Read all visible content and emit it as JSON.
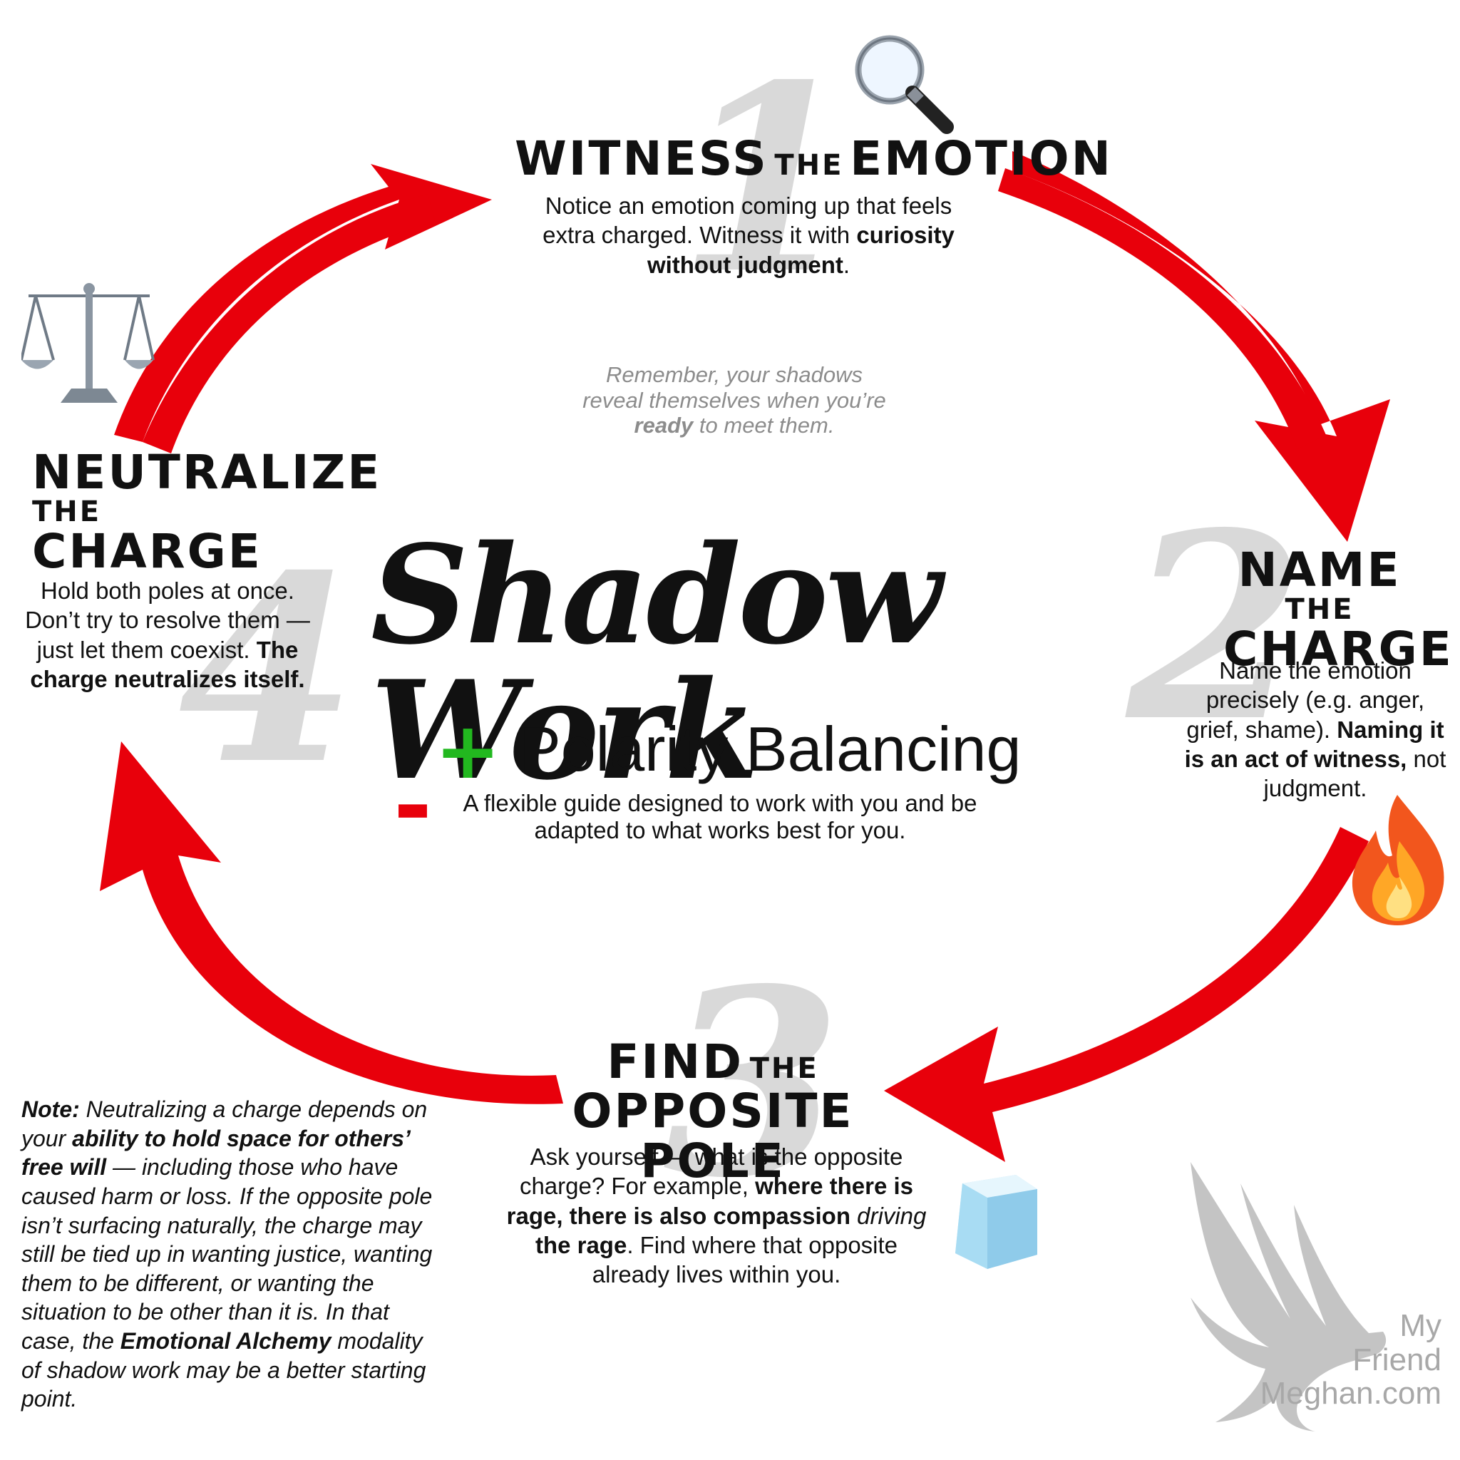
{
  "title": "Shadow Work",
  "subtitle": "Polarity Balancing",
  "symbols": {
    "plus": "+",
    "minus": "-"
  },
  "tagline": "A flexible guide designed to work with you and be adapted to what works best for you.",
  "reminder": {
    "line1": "Remember, your shadows",
    "line2": "reveal themselves when you’re",
    "ready": "ready",
    "line3": "to meet them."
  },
  "steps": [
    {
      "number": "1",
      "title_a": "WITNESS",
      "title_the": "THE",
      "title_b": "EMOTION",
      "icon": "magnifying-glass-icon",
      "text1": "Notice an emotion coming up that feels extra charged. Witness it with",
      "bold1": "curiosity without judgment",
      "text2": "."
    },
    {
      "number": "2",
      "title_a": "NAME",
      "title_the": "THE",
      "title_b": "CHARGE",
      "icon": "fire-icon",
      "text1": "Name the emotion precisely (e.g. anger, grief, shame).",
      "bold1": "Naming it is an act of witness,",
      "text2": "not judgment."
    },
    {
      "number": "3",
      "title_a": "FIND",
      "title_the": "THE",
      "title_b": "OPPOSITE POLE",
      "icon": "ice-cube-icon",
      "text1": "Ask yourself — what is the opposite charge? For example,",
      "bold1": "where there is rage, there is also compassion",
      "italic1": "driving",
      "bold2": "the rage",
      "text2": ". Find where that opposite already lives within you."
    },
    {
      "number": "4",
      "title_a": "NEUTRALIZE",
      "title_the": "THE",
      "title_b": "CHARGE",
      "icon": "balance-scale-icon",
      "text1": "Hold both poles at once. Don’t try to resolve them — just let them coexist.",
      "bold1": "The charge neutralizes itself."
    }
  ],
  "note": {
    "label": "Note:",
    "t1": "Neutralizing a charge depends on your",
    "b1": "ability to hold space for others’ free will",
    "t2": "— including those who have caused harm or loss. If the opposite pole isn’t surfacing naturally, the charge may still be tied up in wanting justice, wanting them to be different, or wanting the situation to be other than it is. In that case, the",
    "b2": "Emotional Alchemy",
    "t3": "modality of shadow work may be a better starting point."
  },
  "logo": {
    "line1": "My",
    "line2": "Friend",
    "line3": "Meghan.com"
  },
  "colors": {
    "arrow": "#e8000b",
    "plus": "#22b81f",
    "minus": "#e8000b",
    "number": "#d9d9d9",
    "logo": "#a8a8a8"
  }
}
